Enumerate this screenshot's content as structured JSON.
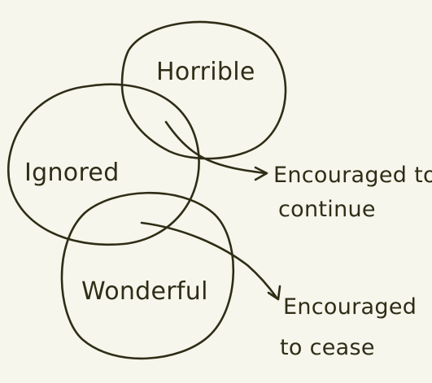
{
  "diagram": {
    "sets": {
      "horrible": "Horrible",
      "ignored": "Ignored",
      "wonderful": "Wonderful"
    },
    "outcomes": {
      "continue": {
        "line1": "Encouraged to",
        "line2": "continue"
      },
      "cease": {
        "line1": "Encouraged",
        "line2": "to cease"
      }
    },
    "colors": {
      "background": "#f7f6ed",
      "ink": "#2f2d16"
    }
  }
}
